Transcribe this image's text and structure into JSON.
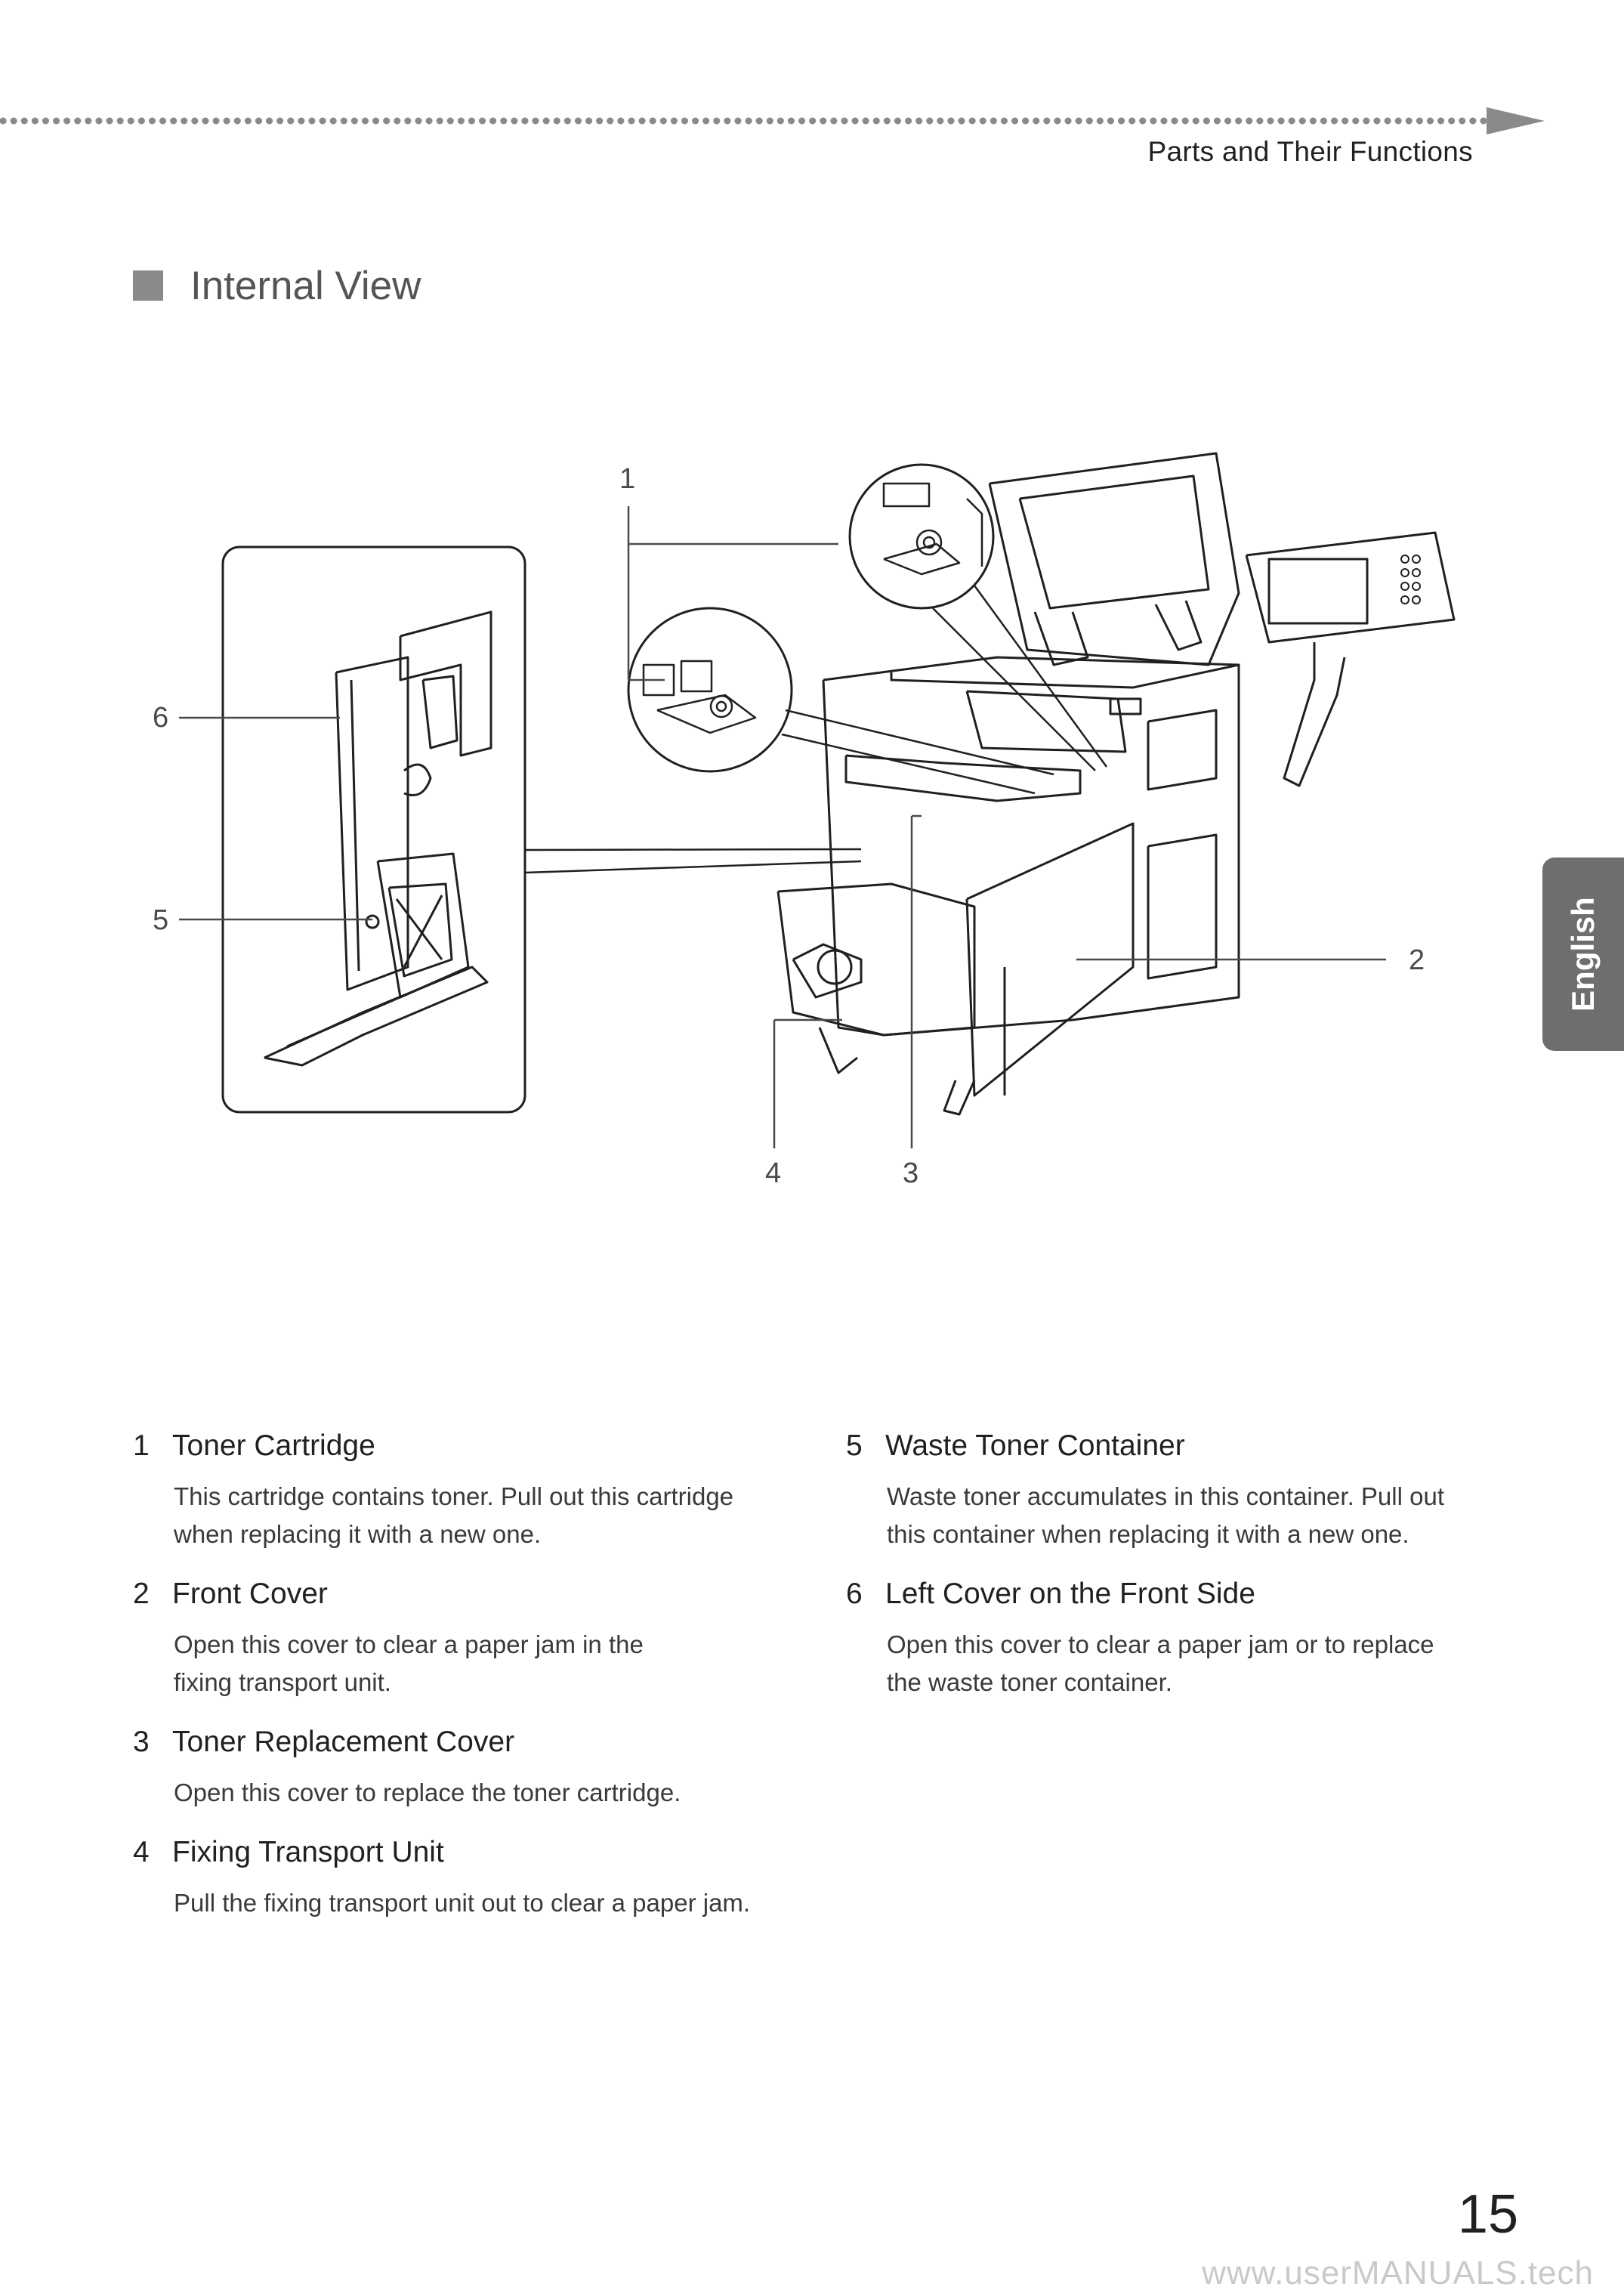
{
  "header": {
    "title": "Parts and Their Functions"
  },
  "section": {
    "title": "Internal View"
  },
  "figure": {
    "callouts": [
      "1",
      "2",
      "3",
      "4",
      "5",
      "6"
    ]
  },
  "language_tab": {
    "label": "English"
  },
  "items": [
    {
      "number": "1",
      "title": "Toner Cartridge",
      "lines": [
        "This cartridge contains toner. Pull out this cartridge",
        "when replacing it with a new one."
      ]
    },
    {
      "number": "2",
      "title": "Front Cover",
      "lines": [
        "Open this cover to clear a paper jam in the",
        "fixing transport unit."
      ]
    },
    {
      "number": "3",
      "title": "Toner Replacement Cover",
      "lines": [
        "Open this cover to replace the toner cartridge."
      ]
    },
    {
      "number": "4",
      "title": "Fixing Transport Unit",
      "lines": [
        "Pull the fixing transport unit out to clear a paper jam."
      ]
    },
    {
      "number": "5",
      "title": "Waste Toner Container",
      "lines": [
        "Waste toner accumulates in this container. Pull out",
        "this container when replacing it with a new one."
      ]
    },
    {
      "number": "6",
      "title": "Left Cover on the Front Side",
      "lines": [
        "Open this cover to clear a paper jam or to replace",
        "the waste toner container."
      ]
    }
  ],
  "footer": {
    "page_number": "15",
    "watermark": "www.userMANUALS.tech"
  }
}
